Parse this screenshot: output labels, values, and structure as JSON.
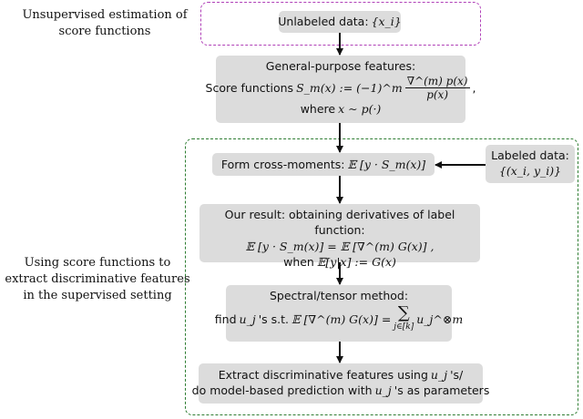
{
  "labels": {
    "unsupervised": "Unsupervised estimation of score functions",
    "supervised": "Using score functions to extract discriminative features in the supervised setting"
  },
  "boxes": {
    "unlabeled": {
      "text": "Unlabeled data:",
      "math": "{x_i}"
    },
    "general": {
      "title": "General-purpose features:",
      "lead": "Score functions",
      "formula_lhs": "S_m(x) := (−1)^m",
      "formula_num": "∇^(m) p(x)",
      "formula_den": "p(x)",
      "where_text": "where",
      "where_math": "x ∼ p(·)"
    },
    "cross": {
      "text": "Form cross-moments:",
      "math": "𝔼 [y · S_m(x)]"
    },
    "labeled": {
      "title": "Labeled data:",
      "math": "{(x_i, y_i)}"
    },
    "result": {
      "title": "Our result: obtaining derivatives of label function:",
      "formula": "𝔼 [y · S_m(x)] = 𝔼 [∇^(m) G(x)] ,",
      "when_text": "when",
      "when_math": "𝔼[y|x] := G(x)"
    },
    "spectral": {
      "title": "Spectral/tensor method:",
      "find_text": "find",
      "find_math": "u_j",
      "st_text": "'s s.t.",
      "formula": "𝔼 [∇^(m) G(x)] =",
      "sum_sub": "j∈[k]",
      "sum_term": "u_j^⊗m"
    },
    "extract": {
      "line1_text": "Extract discriminative features using",
      "line1_math": "u_j",
      "line1_tail": "'s/",
      "line2_text": "do model-based prediction with",
      "line2_math": "u_j",
      "line2_tail": "'s as parameters"
    }
  },
  "colors": {
    "purple": "#b040b8",
    "green": "#2e7d32",
    "box": "#dcdcdc"
  }
}
